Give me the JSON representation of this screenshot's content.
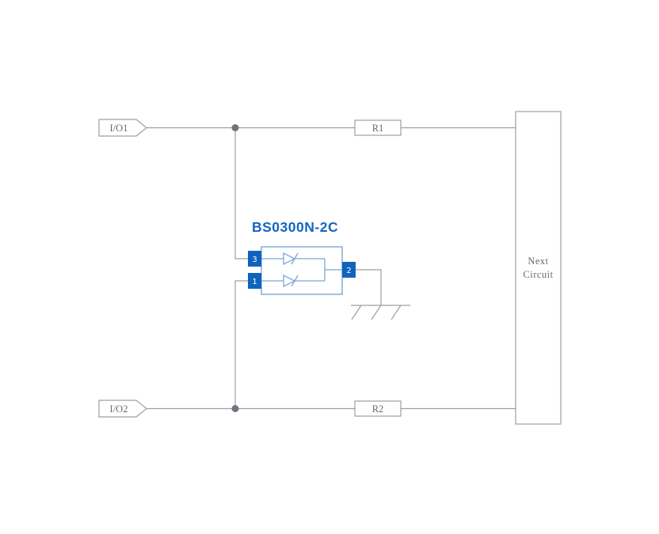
{
  "diagram": {
    "component_title": "BS0300N-2C",
    "labels": {
      "io1": "I/O1",
      "io2": "I/O2",
      "r1": "R1",
      "r2": "R2",
      "next_circuit_line1": "Next",
      "next_circuit_line2": "Circuit",
      "pin1": "1",
      "pin2": "2",
      "pin3": "3"
    },
    "colors": {
      "wire": "#9aa0a8",
      "junction_dot": "#70757d",
      "label_text": "#666a70",
      "accent_blue": "#1063bd",
      "component_outline_blue": "#7ba7d7"
    }
  }
}
